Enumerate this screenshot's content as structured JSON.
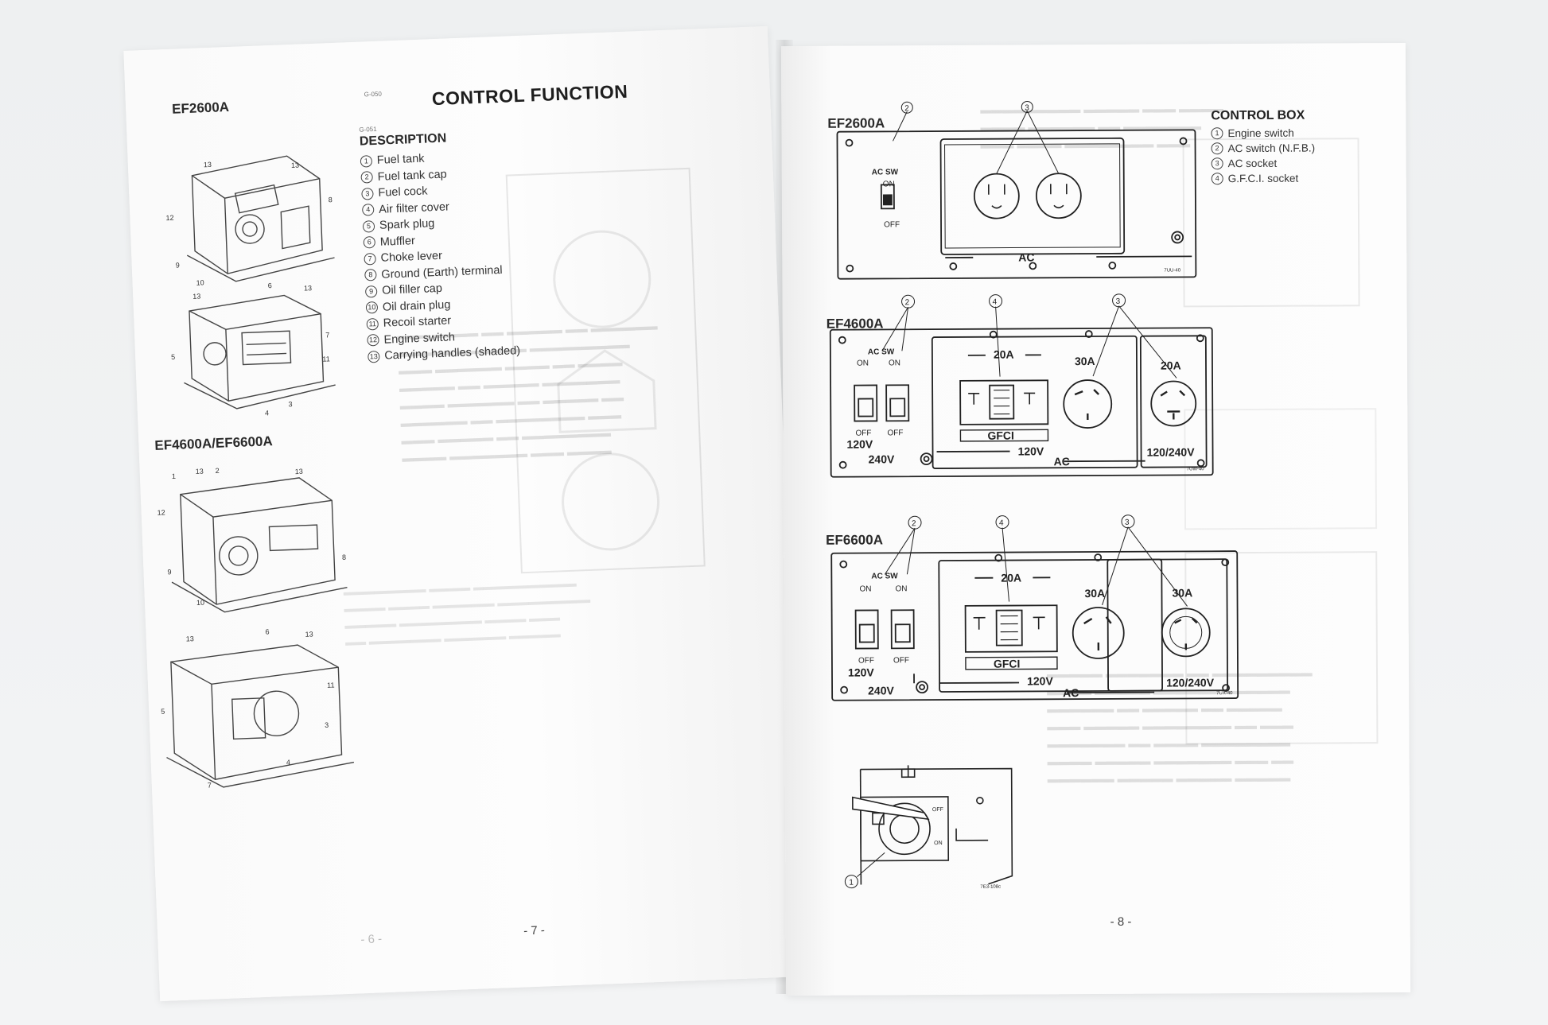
{
  "left_page": {
    "model_ef2600a": "EF2600A",
    "code_top": "G-050",
    "title": "CONTROL FUNCTION",
    "code_desc": "G-051",
    "description_heading": "DESCRIPTION",
    "description_items": [
      {
        "num": "1",
        "label": "Fuel tank"
      },
      {
        "num": "2",
        "label": "Fuel tank cap"
      },
      {
        "num": "3",
        "label": "Fuel cock"
      },
      {
        "num": "4",
        "label": "Air filter cover"
      },
      {
        "num": "5",
        "label": "Spark plug"
      },
      {
        "num": "6",
        "label": "Muffler"
      },
      {
        "num": "7",
        "label": "Choke lever"
      },
      {
        "num": "8",
        "label": "Ground (Earth) terminal"
      },
      {
        "num": "9",
        "label": "Oil filler cap"
      },
      {
        "num": "10",
        "label": "Oil drain plug"
      },
      {
        "num": "11",
        "label": "Recoil starter"
      },
      {
        "num": "12",
        "label": "Engine switch"
      },
      {
        "num": "13",
        "label": "Carrying handles (shaded)"
      }
    ],
    "model_ef4600_6600": "EF4600A/EF6600A",
    "page_number": "- 7 -",
    "bleed_page_number": "- 6 -"
  },
  "right_page": {
    "panels": [
      {
        "model": "EF2600A"
      },
      {
        "model": "EF4600A"
      },
      {
        "model": "EF6600A"
      }
    ],
    "panel_text": {
      "ac_sw": "AC SW",
      "on": "ON",
      "off": "OFF",
      "ac": "AC",
      "a20": "20A",
      "a30": "30A",
      "gfci": "GFCI",
      "v120": "120V",
      "v240": "240V",
      "v120_240": "120/240V",
      "code_2600": "7UU-40",
      "code_4600": "7UW-40",
      "code_6600": "7UX-40",
      "circle_2": "2",
      "circle_3": "3",
      "circle_4": "4",
      "circle_1": "1",
      "switch_code": "7E3-108c"
    },
    "control_box": {
      "heading": "CONTROL BOX",
      "items": [
        {
          "num": "1",
          "label": "Engine switch"
        },
        {
          "num": "2",
          "label": "AC switch (N.F.B.)"
        },
        {
          "num": "3",
          "label": "AC socket"
        },
        {
          "num": "4",
          "label": "G.F.C.I. socket"
        }
      ]
    },
    "page_number": "- 8 -"
  }
}
